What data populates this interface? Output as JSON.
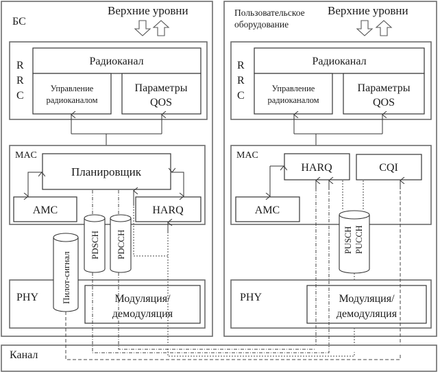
{
  "left": {
    "title": "БС",
    "upper_levels": "Верхние уровни",
    "rrc": {
      "label": [
        "R",
        "R",
        "C"
      ],
      "radiochannel": "Радиоканал",
      "control": [
        "Управление",
        "радиоканалом"
      ],
      "qos": [
        "Параметры",
        "QOS"
      ]
    },
    "mac": {
      "label": "MAC",
      "scheduler": "Планировщик",
      "amc": "AMC",
      "harq": "HARQ"
    },
    "channels": {
      "pdsch": "PDSCH",
      "pdcch": "PDCCH",
      "pilot": "Пилот-сигнал"
    },
    "phy": {
      "label": "PHY",
      "modulation": [
        "Модуляция/",
        "демодуляция"
      ]
    }
  },
  "right": {
    "title": [
      "Пользовательское",
      "оборудование"
    ],
    "upper_levels": "Верхние уровни",
    "rrc": {
      "label": [
        "R",
        "R",
        "C"
      ],
      "radiochannel": "Радиоканал",
      "control": [
        "Управление",
        "радиоканалом"
      ],
      "qos": [
        "Параметры",
        "QOS"
      ]
    },
    "mac": {
      "label": "MAC",
      "harq": "HARQ",
      "cqi": "CQI",
      "amc": "AMC"
    },
    "channels": {
      "pusch_pucch": [
        "PUSCH",
        "PUCCH"
      ]
    },
    "phy": {
      "label": "PHY",
      "modulation": [
        "Модуляция/",
        "демодуляция"
      ]
    }
  },
  "channel": {
    "label": "Канал"
  }
}
